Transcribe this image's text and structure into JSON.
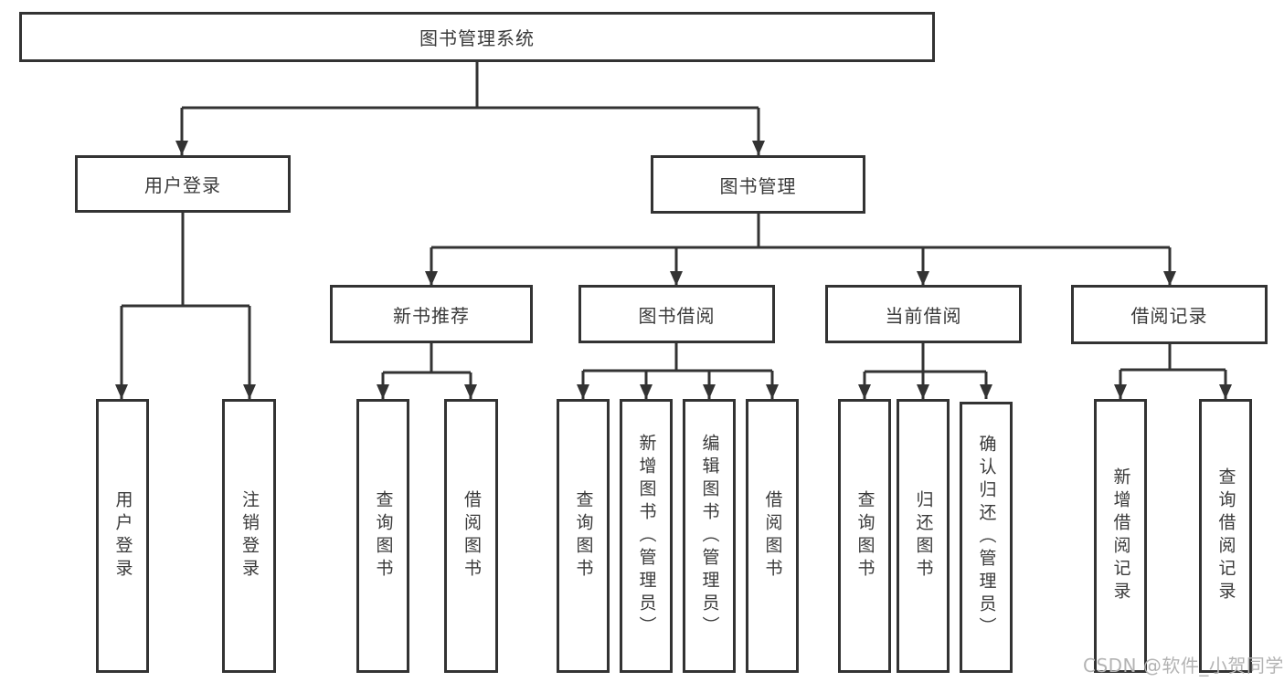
{
  "colors": {
    "line": "#333333",
    "text": "#3a3a3a",
    "box_bg": "#ffffff",
    "background": "#ffffff",
    "watermark": "#b3b3b3"
  },
  "watermark": {
    "text": "CSDN @软件_小贺同学"
  },
  "tree": {
    "root": {
      "label": "图书管理系统"
    },
    "branches": [
      {
        "label": "用户登录",
        "children": [
          {
            "label": "用户登录"
          },
          {
            "label": "注销登录"
          }
        ]
      },
      {
        "label": "图书管理",
        "children": [
          {
            "label": "新书推荐",
            "children": [
              {
                "label": "查询图书"
              },
              {
                "label": "借阅图书"
              }
            ]
          },
          {
            "label": "图书借阅",
            "children": [
              {
                "label": "查询图书"
              },
              {
                "label": "新增图书（管理员）"
              },
              {
                "label": "编辑图书（管理员）"
              },
              {
                "label": "借阅图书"
              }
            ]
          },
          {
            "label": "当前借阅",
            "children": [
              {
                "label": "查询图书"
              },
              {
                "label": "归还图书"
              },
              {
                "label": "确认归还（管理员）"
              }
            ]
          },
          {
            "label": "借阅记录",
            "children": [
              {
                "label": "新增借阅记录"
              },
              {
                "label": "查询借阅记录"
              }
            ]
          }
        ]
      }
    ]
  }
}
